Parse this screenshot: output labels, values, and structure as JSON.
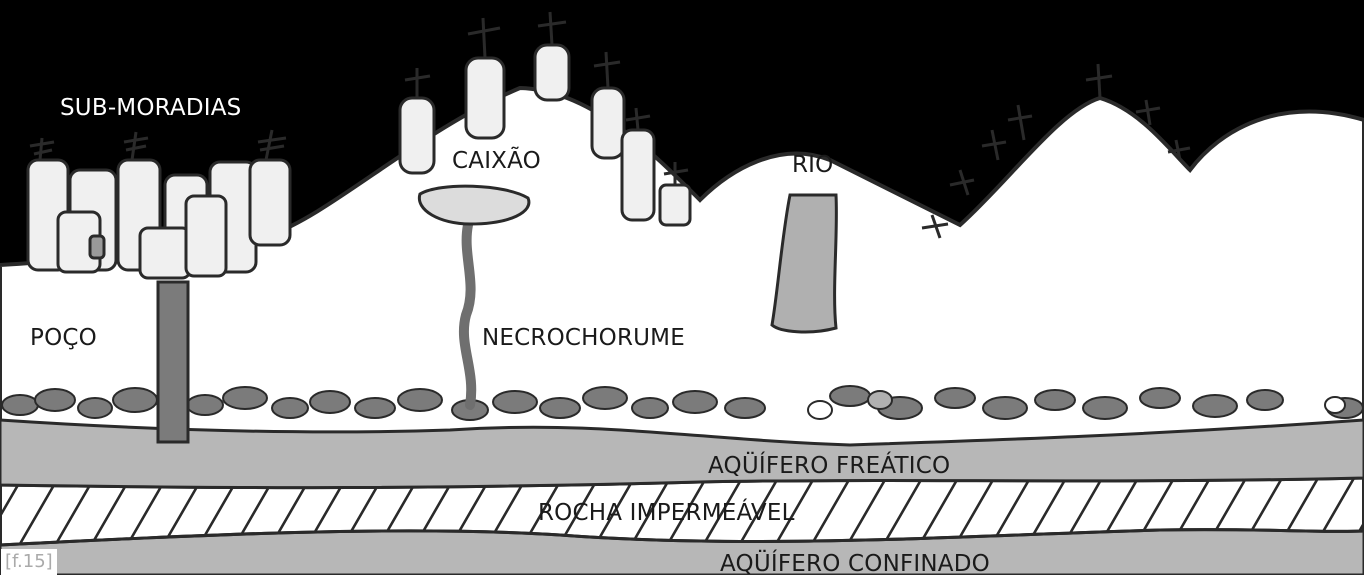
{
  "labels": {
    "submoradias": "SUB-MORADIAS",
    "caixao": "CAIXÃO",
    "rio": "RIO",
    "poco": "POÇO",
    "necrochorume": "NECROCHORUME",
    "aquifero_freatico": "AQÜÍFERO FREÁTICO",
    "rocha": "ROCHA IMPERMEÁVEL",
    "aquifero_confinado": "AQÜÍFERO CONFINADO",
    "figure_tag": "[f.15]"
  },
  "colors": {
    "sky": "#000000",
    "soil": "#ffffff",
    "outline": "#2a2a2a",
    "aquifer": "#b7b7b7",
    "stones": "#7b7b7b",
    "water": "#b0b0b0",
    "buildings": "#f0f0f0"
  }
}
